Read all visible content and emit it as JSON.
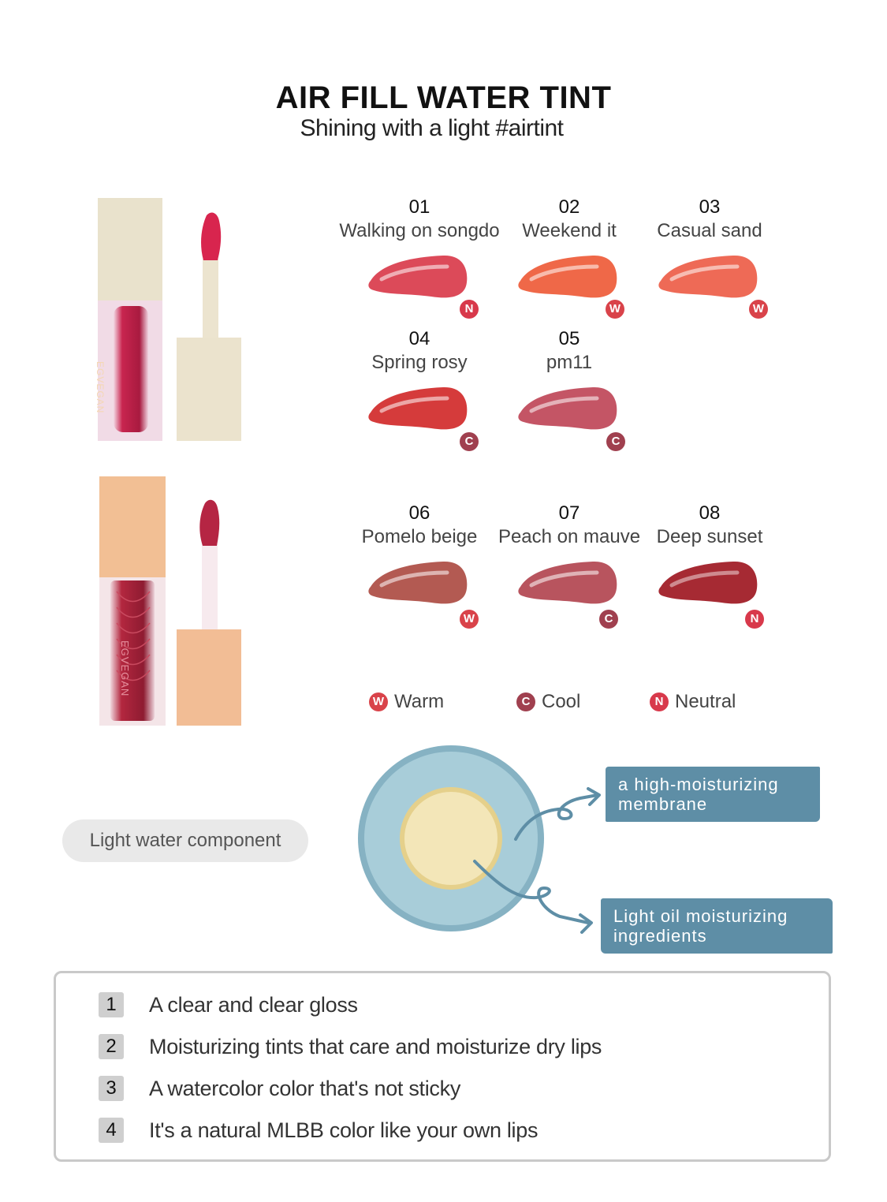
{
  "header": {
    "title": "AIR FILL WATER TINT",
    "subtitle": "Shining with a light #airtint"
  },
  "products": [
    {
      "brand": "EGVEGAN",
      "cap_color": "#e9e2cc",
      "tube_color": "#c8254f"
    },
    {
      "brand": "EGVEGAN",
      "cap_color": "#f2bf94",
      "tube_color": "#b3273f"
    }
  ],
  "shades": [
    {
      "num": "01",
      "name": "Walking on songdo",
      "tone": "N",
      "color": "#dc4a59"
    },
    {
      "num": "02",
      "name": "Weekend it",
      "tone": "W",
      "color": "#ef6848"
    },
    {
      "num": "03",
      "name": "Casual sand",
      "tone": "W",
      "color": "#ee6a56"
    },
    {
      "num": "04",
      "name": "Spring rosy",
      "tone": "C",
      "color": "#d53b3b"
    },
    {
      "num": "05",
      "name": "pm11",
      "tone": "C",
      "color": "#c45565"
    },
    {
      "num": "06",
      "name": "Pomelo beige",
      "tone": "W",
      "color": "#b35a52"
    },
    {
      "num": "07",
      "name": "Peach on mauve",
      "tone": "C",
      "color": "#b8545e"
    },
    {
      "num": "08",
      "name": "Deep sunset",
      "tone": "N",
      "color": "#a62a33"
    }
  ],
  "tone_colors": {
    "W": "#d9434a",
    "C": "#a0404f",
    "N": "#d8394b"
  },
  "legend": [
    {
      "tone": "W",
      "label": "Warm"
    },
    {
      "tone": "C",
      "label": "Cool"
    },
    {
      "tone": "N",
      "label": "Neutral"
    }
  ],
  "component": {
    "pill_label": "Light water component",
    "outer_label": "a high-moisturizing membrane",
    "inner_label": "Light oil moisturizing ingredients"
  },
  "features": [
    {
      "num": "1",
      "text": "A clear and clear gloss"
    },
    {
      "num": "2",
      "text": "Moisturizing tints that care and moisturize dry lips"
    },
    {
      "num": "3",
      "text": "A watercolor color that's not sticky"
    },
    {
      "num": "4",
      "text": "It's a natural MLBB color like your own lips"
    }
  ]
}
